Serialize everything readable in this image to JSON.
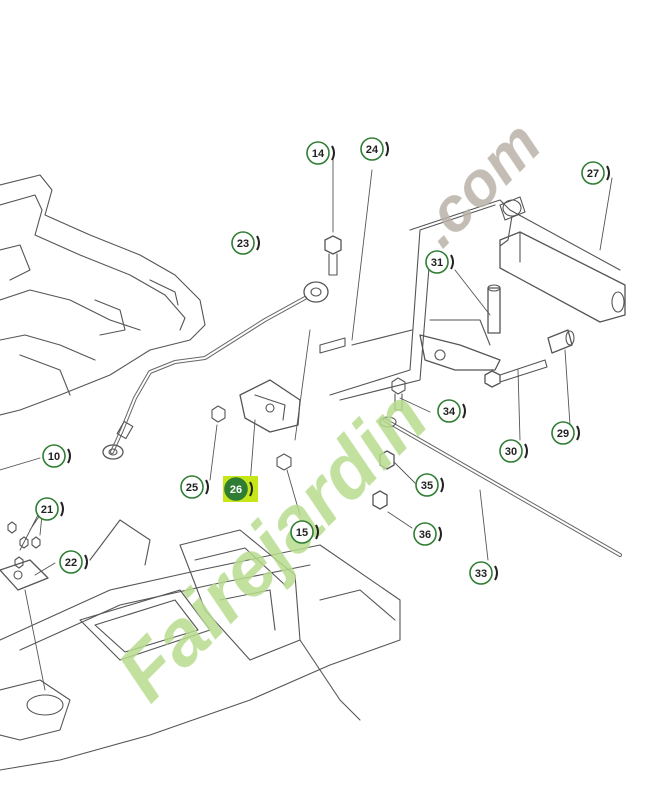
{
  "colors": {
    "callout_ring": "#2e7d32",
    "highlight_box": "#c6e61a",
    "highlight_circle": "#2e7d32",
    "line_art": "#555555",
    "watermark_green": "#b8dc8e",
    "watermark_grey": "#b9b2a8"
  },
  "watermark": {
    "main": "Fairejardin",
    "suffix": ".com"
  },
  "callouts": [
    {
      "id": "10",
      "label": "10"
    },
    {
      "id": "14",
      "label": "14"
    },
    {
      "id": "15",
      "label": "15"
    },
    {
      "id": "21",
      "label": "21"
    },
    {
      "id": "22",
      "label": "22"
    },
    {
      "id": "23",
      "label": "23"
    },
    {
      "id": "24",
      "label": "24"
    },
    {
      "id": "25",
      "label": "25"
    },
    {
      "id": "26",
      "label": "26",
      "highlighted": true
    },
    {
      "id": "27",
      "label": "27"
    },
    {
      "id": "29",
      "label": "29"
    },
    {
      "id": "30",
      "label": "30"
    },
    {
      "id": "31",
      "label": "31"
    },
    {
      "id": "33",
      "label": "33"
    },
    {
      "id": "34",
      "label": "34"
    },
    {
      "id": "35",
      "label": "35"
    },
    {
      "id": "36",
      "label": "36"
    }
  ]
}
